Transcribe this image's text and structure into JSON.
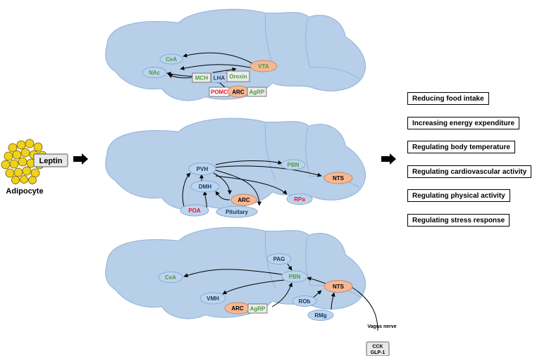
{
  "adipocyte": {
    "label": "Adipocyte",
    "hormone": "Leptin"
  },
  "panel1": {
    "nodes": {
      "cea": "CeA",
      "nac": "NAc",
      "vta": "VTA",
      "mch": "MCH",
      "lha": "LHA",
      "orexin": "Orexin",
      "pomc": "POMC",
      "arc": "ARC",
      "agrp": "AgRP"
    }
  },
  "panel2": {
    "nodes": {
      "pvh": "PVH",
      "pbn": "PBN",
      "nts": "NTS",
      "dmh": "DMH",
      "arc": "ARC",
      "rpa": "RPa",
      "poa": "POA",
      "pituitary": "Pituitary"
    }
  },
  "panel3": {
    "nodes": {
      "pag": "PAG",
      "pbn": "PBN",
      "cea": "CeA",
      "nts": "NTS",
      "vmh": "VMH",
      "rob": "ROb",
      "arc": "ARC",
      "agrp": "AgRP",
      "rmg": "RMg"
    },
    "vagus_label": "Vagus nerve",
    "cck_label": "CCK",
    "glp1_label": "GLP-1"
  },
  "outcomes": [
    "Reducing food intake",
    "Increasing energy expenditure",
    "Regulating body temperature",
    "Regulating cardiovascular activity",
    "Regulating physical activity",
    "Regulating stress response"
  ],
  "colors": {
    "brain_fill": "#b7cfe9",
    "blue_node": "#bcd5ef",
    "orange_node": "#f6b894",
    "green_text": "#4e9a3a",
    "red_text": "#e8102a",
    "dark_blue_text": "#17345f",
    "fat_cell": "#f0d21a"
  }
}
